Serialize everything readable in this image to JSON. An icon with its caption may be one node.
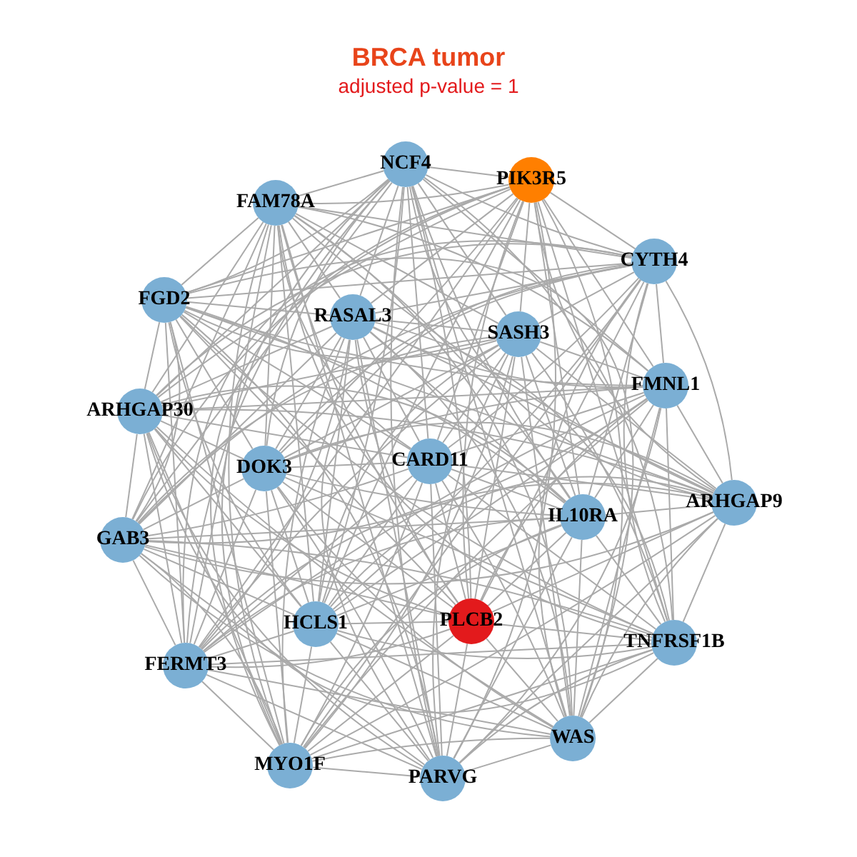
{
  "diagram": {
    "title": "BRCA tumor",
    "nodes": [
      {
        "text": [
          "NCF4"
        ]
      },
      {
        "text": [
          "PIK3R5"
        ]
      },
      {
        "text": [
          "FAM78A"
        ]
      },
      {
        "text": [
          "CYTH4"
        ]
      },
      {
        "text": [
          "FGD2"
        ]
      },
      {
        "text": [
          "RASAL3"
        ]
      },
      {
        "text": [
          "SASH3"
        ]
      },
      {
        "text": [
          "FMNL1"
        ]
      },
      {
        "text": [
          "ARHGAP30"
        ]
      },
      {
        "text": [
          "DOK3"
        ]
      },
      {
        "text": [
          "CARD11"
        ]
      },
      {
        "text": [
          "ARHGAP9"
        ]
      },
      {
        "text": [
          "IL10RA"
        ]
      },
      {
        "text": [
          "GAB3"
        ]
      },
      {
        "text": [
          "HCLS1"
        ]
      },
      {
        "text": [
          "PLCB2"
        ]
      },
      {
        "text": [
          "TNFRSF1B"
        ]
      },
      {
        "text": [
          "FERMT3"
        ]
      },
      {
        "text": [
          "WAS"
        ]
      },
      {
        "text": [
          "MYO1F"
        ]
      },
      {
        "text": [
          "PARVG"
        ]
      }
    ],
    "edges": [
      {
        "from": 0,
        "to": 1,
        "arrow": "none"
      },
      {
        "from": 0,
        "to": 2,
        "arrow": "none"
      },
      {
        "from": 0,
        "to": 3,
        "arrow": "none"
      },
      {
        "from": 0,
        "to": 4,
        "arrow": "none"
      },
      {
        "from": 0,
        "to": 5,
        "arrow": "none"
      },
      {
        "from": 0,
        "to": 6,
        "arrow": "none"
      },
      {
        "from": 0,
        "to": 7,
        "arrow": "none"
      },
      {
        "from": 0,
        "to": 8,
        "arrow": "none"
      },
      {
        "from": 0,
        "to": 9,
        "arrow": "none"
      },
      {
        "from": 0,
        "to": 10,
        "arrow": "none"
      },
      {
        "from": 0,
        "to": 11,
        "arrow": "none"
      },
      {
        "from": 0,
        "to": 12,
        "arrow": "none"
      },
      {
        "from": 0,
        "to": 13,
        "arrow": "none"
      },
      {
        "from": 0,
        "to": 14,
        "arrow": "none"
      },
      {
        "from": 0,
        "to": 15,
        "arrow": "none"
      },
      {
        "from": 0,
        "to": 16,
        "arrow": "none"
      },
      {
        "from": 0,
        "to": 17,
        "arrow": "none"
      },
      {
        "from": 0,
        "to": 18,
        "arrow": "none"
      },
      {
        "from": 0,
        "to": 19,
        "arrow": "none"
      },
      {
        "from": 0,
        "to": 20,
        "arrow": "none"
      },
      {
        "from": 1,
        "to": 2,
        "arrow": "none"
      },
      {
        "from": 1,
        "to": 3,
        "arrow": "none"
      },
      {
        "from": 1,
        "to": 4,
        "arrow": "none"
      },
      {
        "from": 1,
        "to": 5,
        "arrow": "none"
      },
      {
        "from": 1,
        "to": 6,
        "arrow": "none"
      },
      {
        "from": 1,
        "to": 7,
        "arrow": "none"
      },
      {
        "from": 1,
        "to": 8,
        "arrow": "none"
      },
      {
        "from": 1,
        "to": 9,
        "arrow": "none"
      },
      {
        "from": 1,
        "to": 10,
        "arrow": "none"
      },
      {
        "from": 1,
        "to": 11,
        "arrow": "none"
      },
      {
        "from": 1,
        "to": 12,
        "arrow": "none"
      },
      {
        "from": 1,
        "to": 13,
        "arrow": "none"
      },
      {
        "from": 1,
        "to": 14,
        "arrow": "none"
      },
      {
        "from": 1,
        "to": 15,
        "arrow": "none"
      },
      {
        "from": 1,
        "to": 16,
        "arrow": "none"
      },
      {
        "from": 1,
        "to": 17,
        "arrow": "none"
      },
      {
        "from": 1,
        "to": 18,
        "arrow": "none"
      },
      {
        "from": 1,
        "to": 19,
        "arrow": "none"
      },
      {
        "from": 1,
        "to": 20,
        "arrow": "none"
      },
      {
        "from": 2,
        "to": 3,
        "arrow": "none"
      },
      {
        "from": 2,
        "to": 4,
        "arrow": "none"
      },
      {
        "from": 2,
        "to": 5,
        "arrow": "none"
      },
      {
        "from": 2,
        "to": 6,
        "arrow": "none"
      },
      {
        "from": 2,
        "to": 7,
        "arrow": "none"
      },
      {
        "from": 2,
        "to": 8,
        "arrow": "none"
      },
      {
        "from": 2,
        "to": 9,
        "arrow": "none"
      },
      {
        "from": 2,
        "to": 10,
        "arrow": "none"
      },
      {
        "from": 2,
        "to": 11,
        "arrow": "none"
      },
      {
        "from": 2,
        "to": 12,
        "arrow": "none"
      },
      {
        "from": 2,
        "to": 13,
        "arrow": "none"
      },
      {
        "from": 2,
        "to": 14,
        "arrow": "none"
      },
      {
        "from": 2,
        "to": 15,
        "arrow": "none"
      },
      {
        "from": 2,
        "to": 16,
        "arrow": "none"
      },
      {
        "from": 2,
        "to": 17,
        "arrow": "none"
      },
      {
        "from": 2,
        "to": 18,
        "arrow": "none"
      },
      {
        "from": 2,
        "to": 19,
        "arrow": "none"
      },
      {
        "from": 2,
        "to": 20,
        "arrow": "none"
      },
      {
        "from": 3,
        "to": 4,
        "arrow": "none"
      },
      {
        "from": 3,
        "to": 5,
        "arrow": "none"
      },
      {
        "from": 3,
        "to": 6,
        "arrow": "none"
      },
      {
        "from": 3,
        "to": 7,
        "arrow": "none"
      },
      {
        "from": 3,
        "to": 8,
        "arrow": "none"
      },
      {
        "from": 3,
        "to": 9,
        "arrow": "none"
      },
      {
        "from": 3,
        "to": 10,
        "arrow": "none"
      },
      {
        "from": 3,
        "to": 11,
        "arrow": "none"
      },
      {
        "from": 3,
        "to": 12,
        "arrow": "none"
      },
      {
        "from": 3,
        "to": 13,
        "arrow": "none"
      },
      {
        "from": 3,
        "to": 14,
        "arrow": "none"
      },
      {
        "from": 3,
        "to": 15,
        "arrow": "none"
      },
      {
        "from": 3,
        "to": 16,
        "arrow": "none"
      },
      {
        "from": 3,
        "to": 17,
        "arrow": "none"
      },
      {
        "from": 3,
        "to": 18,
        "arrow": "none"
      },
      {
        "from": 3,
        "to": 19,
        "arrow": "none"
      },
      {
        "from": 3,
        "to": 20,
        "arrow": "none"
      },
      {
        "from": 4,
        "to": 5,
        "arrow": "none"
      },
      {
        "from": 4,
        "to": 6,
        "arrow": "none"
      },
      {
        "from": 4,
        "to": 7,
        "arrow": "none"
      },
      {
        "from": 4,
        "to": 8,
        "arrow": "none"
      },
      {
        "from": 4,
        "to": 9,
        "arrow": "none"
      },
      {
        "from": 4,
        "to": 10,
        "arrow": "none"
      },
      {
        "from": 4,
        "to": 11,
        "arrow": "none"
      },
      {
        "from": 4,
        "to": 12,
        "arrow": "none"
      },
      {
        "from": 4,
        "to": 13,
        "arrow": "none"
      },
      {
        "from": 4,
        "to": 14,
        "arrow": "none"
      },
      {
        "from": 4,
        "to": 15,
        "arrow": "none"
      },
      {
        "from": 4,
        "to": 16,
        "arrow": "none"
      },
      {
        "from": 4,
        "to": 17,
        "arrow": "none"
      },
      {
        "from": 4,
        "to": 18,
        "arrow": "none"
      },
      {
        "from": 4,
        "to": 19,
        "arrow": "none"
      },
      {
        "from": 4,
        "to": 20,
        "arrow": "none"
      },
      {
        "from": 5,
        "to": 6,
        "arrow": "none"
      },
      {
        "from": 5,
        "to": 7,
        "arrow": "none"
      },
      {
        "from": 5,
        "to": 8,
        "arrow": "none"
      },
      {
        "from": 5,
        "to": 9,
        "arrow": "none"
      },
      {
        "from": 5,
        "to": 10,
        "arrow": "none"
      },
      {
        "from": 5,
        "to": 11,
        "arrow": "none"
      },
      {
        "from": 5,
        "to": 12,
        "arrow": "none"
      },
      {
        "from": 5,
        "to": 13,
        "arrow": "none"
      },
      {
        "from": 5,
        "to": 14,
        "arrow": "none"
      },
      {
        "from": 5,
        "to": 15,
        "arrow": "none"
      },
      {
        "from": 5,
        "to": 16,
        "arrow": "none"
      },
      {
        "from": 5,
        "to": 17,
        "arrow": "none"
      },
      {
        "from": 5,
        "to": 18,
        "arrow": "none"
      },
      {
        "from": 5,
        "to": 19,
        "arrow": "none"
      },
      {
        "from": 5,
        "to": 20,
        "arrow": "none"
      },
      {
        "from": 6,
        "to": 7,
        "arrow": "none"
      },
      {
        "from": 6,
        "to": 8,
        "arrow": "none"
      },
      {
        "from": 6,
        "to": 9,
        "arrow": "none"
      },
      {
        "from": 6,
        "to": 10,
        "arrow": "none"
      },
      {
        "from": 6,
        "to": 11,
        "arrow": "none"
      },
      {
        "from": 6,
        "to": 12,
        "arrow": "none"
      },
      {
        "from": 6,
        "to": 13,
        "arrow": "none"
      },
      {
        "from": 6,
        "to": 14,
        "arrow": "none"
      },
      {
        "from": 6,
        "to": 15,
        "arrow": "none"
      },
      {
        "from": 6,
        "to": 16,
        "arrow": "none"
      },
      {
        "from": 6,
        "to": 17,
        "arrow": "none"
      },
      {
        "from": 6,
        "to": 18,
        "arrow": "none"
      },
      {
        "from": 6,
        "to": 19,
        "arrow": "none"
      },
      {
        "from": 6,
        "to": 20,
        "arrow": "none"
      },
      {
        "from": 7,
        "to": 8,
        "arrow": "none"
      },
      {
        "from": 7,
        "to": 9,
        "arrow": "none"
      },
      {
        "from": 7,
        "to": 10,
        "arrow": "none"
      },
      {
        "from": 7,
        "to": 11,
        "arrow": "none"
      },
      {
        "from": 7,
        "to": 12,
        "arrow": "none"
      },
      {
        "from": 7,
        "to": 13,
        "arrow": "none"
      },
      {
        "from": 7,
        "to": 14,
        "arrow": "none"
      },
      {
        "from": 7,
        "to": 15,
        "arrow": "none"
      },
      {
        "from": 7,
        "to": 16,
        "arrow": "none"
      },
      {
        "from": 7,
        "to": 17,
        "arrow": "none"
      },
      {
        "from": 7,
        "to": 18,
        "arrow": "none"
      },
      {
        "from": 7,
        "to": 19,
        "arrow": "none"
      },
      {
        "from": 7,
        "to": 20,
        "arrow": "none"
      },
      {
        "from": 8,
        "to": 9,
        "arrow": "none"
      },
      {
        "from": 8,
        "to": 10,
        "arrow": "none"
      },
      {
        "from": 8,
        "to": 11,
        "arrow": "none"
      },
      {
        "from": 8,
        "to": 12,
        "arrow": "none"
      },
      {
        "from": 8,
        "to": 13,
        "arrow": "none"
      },
      {
        "from": 8,
        "to": 14,
        "arrow": "none"
      },
      {
        "from": 8,
        "to": 15,
        "arrow": "none"
      },
      {
        "from": 8,
        "to": 16,
        "arrow": "none"
      },
      {
        "from": 8,
        "to": 17,
        "arrow": "none"
      },
      {
        "from": 8,
        "to": 18,
        "arrow": "none"
      },
      {
        "from": 8,
        "to": 19,
        "arrow": "none"
      },
      {
        "from": 8,
        "to": 20,
        "arrow": "none"
      },
      {
        "from": 9,
        "to": 10,
        "arrow": "none"
      },
      {
        "from": 9,
        "to": 11,
        "arrow": "none"
      },
      {
        "from": 9,
        "to": 12,
        "arrow": "none"
      },
      {
        "from": 9,
        "to": 13,
        "arrow": "none"
      },
      {
        "from": 9,
        "to": 14,
        "arrow": "none"
      },
      {
        "from": 9,
        "to": 15,
        "arrow": "none"
      },
      {
        "from": 9,
        "to": 16,
        "arrow": "none"
      },
      {
        "from": 9,
        "to": 17,
        "arrow": "none"
      },
      {
        "from": 9,
        "to": 18,
        "arrow": "none"
      },
      {
        "from": 9,
        "to": 19,
        "arrow": "none"
      },
      {
        "from": 9,
        "to": 20,
        "arrow": "none"
      },
      {
        "from": 10,
        "to": 11,
        "arrow": "none"
      },
      {
        "from": 10,
        "to": 12,
        "arrow": "none"
      },
      {
        "from": 10,
        "to": 13,
        "arrow": "none"
      },
      {
        "from": 10,
        "to": 14,
        "arrow": "none"
      },
      {
        "from": 10,
        "to": 15,
        "arrow": "none"
      },
      {
        "from": 10,
        "to": 16,
        "arrow": "none"
      },
      {
        "from": 10,
        "to": 17,
        "arrow": "none"
      },
      {
        "from": 10,
        "to": 18,
        "arrow": "none"
      },
      {
        "from": 10,
        "to": 19,
        "arrow": "none"
      },
      {
        "from": 10,
        "to": 20,
        "arrow": "none"
      },
      {
        "from": 11,
        "to": 12,
        "arrow": "none"
      },
      {
        "from": 11,
        "to": 13,
        "arrow": "none"
      },
      {
        "from": 11,
        "to": 14,
        "arrow": "none"
      },
      {
        "from": 11,
        "to": 15,
        "arrow": "none"
      },
      {
        "from": 11,
        "to": 16,
        "arrow": "none"
      },
      {
        "from": 11,
        "to": 17,
        "arrow": "none"
      },
      {
        "from": 11,
        "to": 18,
        "arrow": "none"
      },
      {
        "from": 11,
        "to": 19,
        "arrow": "none"
      },
      {
        "from": 11,
        "to": 20,
        "arrow": "none"
      },
      {
        "from": 12,
        "to": 13,
        "arrow": "none"
      },
      {
        "from": 12,
        "to": 14,
        "arrow": "none"
      },
      {
        "from": 12,
        "to": 15,
        "arrow": "none"
      },
      {
        "from": 12,
        "to": 16,
        "arrow": "none"
      },
      {
        "from": 12,
        "to": 17,
        "arrow": "none"
      },
      {
        "from": 12,
        "to": 18,
        "arrow": "none"
      },
      {
        "from": 12,
        "to": 19,
        "arrow": "none"
      },
      {
        "from": 12,
        "to": 20,
        "arrow": "none"
      },
      {
        "from": 13,
        "to": 14,
        "arrow": "none"
      },
      {
        "from": 13,
        "to": 15,
        "arrow": "none"
      },
      {
        "from": 13,
        "to": 16,
        "arrow": "none"
      },
      {
        "from": 13,
        "to": 17,
        "arrow": "none"
      },
      {
        "from": 13,
        "to": 18,
        "arrow": "none"
      },
      {
        "from": 13,
        "to": 19,
        "arrow": "none"
      },
      {
        "from": 13,
        "to": 20,
        "arrow": "none"
      },
      {
        "from": 14,
        "to": 15,
        "arrow": "none"
      },
      {
        "from": 14,
        "to": 16,
        "arrow": "none"
      },
      {
        "from": 14,
        "to": 17,
        "arrow": "none"
      },
      {
        "from": 14,
        "to": 18,
        "arrow": "none"
      },
      {
        "from": 14,
        "to": 19,
        "arrow": "none"
      },
      {
        "from": 14,
        "to": 20,
        "arrow": "none"
      },
      {
        "from": 15,
        "to": 16,
        "arrow": "none"
      },
      {
        "from": 15,
        "to": 17,
        "arrow": "none"
      },
      {
        "from": 15,
        "to": 18,
        "arrow": "none"
      },
      {
        "from": 15,
        "to": 19,
        "arrow": "none"
      },
      {
        "from": 15,
        "to": 20,
        "arrow": "none"
      },
      {
        "from": 16,
        "to": 17,
        "arrow": "none"
      },
      {
        "from": 16,
        "to": 18,
        "arrow": "none"
      },
      {
        "from": 16,
        "to": 19,
        "arrow": "none"
      },
      {
        "from": 16,
        "to": 20,
        "arrow": "none"
      },
      {
        "from": 17,
        "to": 18,
        "arrow": "none"
      },
      {
        "from": 17,
        "to": 19,
        "arrow": "none"
      },
      {
        "from": 17,
        "to": 20,
        "arrow": "none"
      },
      {
        "from": 18,
        "to": 19,
        "arrow": "none"
      },
      {
        "from": 18,
        "to": 20,
        "arrow": "none"
      },
      {
        "from": 19,
        "to": 20,
        "arrow": "none"
      }
    ],
    "labels": [
      "adjusted p-value = 1"
    ]
  }
}
